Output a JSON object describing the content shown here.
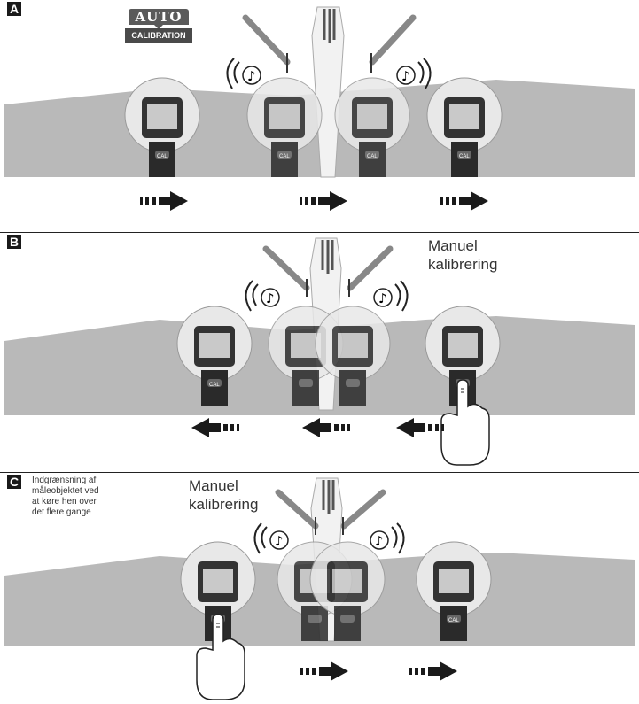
{
  "panels": [
    {
      "letter": "A"
    },
    {
      "letter": "B",
      "title": "Manuel\nkalibrering",
      "title_line1": "Manuel",
      "title_line2": "kalibrering"
    },
    {
      "letter": "C",
      "title_line1": "Manuel",
      "title_line2": "kalibrering",
      "note_line1": "Indgrænsning af",
      "note_line2": "måleobjektet ved",
      "note_line3": "at køre hen over",
      "note_line4": "det flere gange"
    }
  ],
  "auto_badge": {
    "top": "AUTO",
    "bottom": "CALIBRATION"
  },
  "device_button": "CAL",
  "icons": [
    "music-note-icon",
    "sound-wave-icon",
    "arrow-right-icon",
    "arrow-left-icon",
    "finger-press-icon"
  ]
}
